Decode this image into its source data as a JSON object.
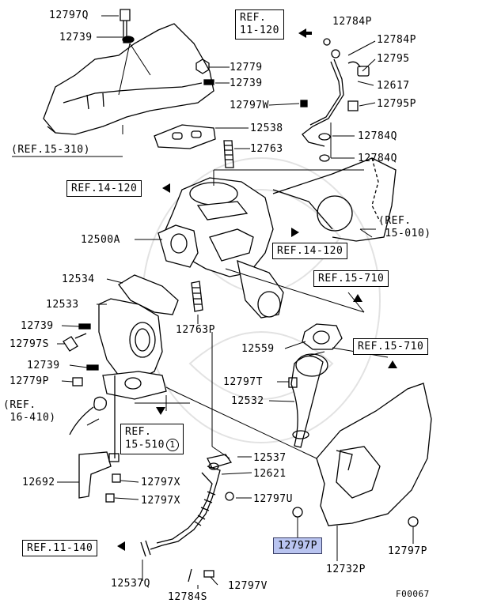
{
  "diagram_id": "F00067",
  "parts": {
    "p12797Q": "12797Q",
    "p12739_top": "12739",
    "p12779": "12779",
    "p12739_mid": "12739",
    "p12797W": "12797W",
    "p12538": "12538",
    "p12763": "12763",
    "p12784P_a": "12784P",
    "p12784P_b": "12784P",
    "p12795": "12795",
    "p12617": "12617",
    "p12795P": "12795P",
    "p12784Q_a": "12784Q",
    "p12784Q_b": "12784Q",
    "p12500A": "12500A",
    "p12534": "12534",
    "p12533": "12533",
    "p12739_left": "12739",
    "p12797S": "12797S",
    "p12739_left2": "12739",
    "p12779P": "12779P",
    "p12763P": "12763P",
    "p12559": "12559",
    "p12797T": "12797T",
    "p12532": "12532",
    "p12537": "12537",
    "p12621": "12621",
    "p12797U": "12797U",
    "p12692": "12692",
    "p12797X_a": "12797X",
    "p12797X_b": "12797X",
    "p12797P_sel": "12797P",
    "p12797P_r": "12797P",
    "p12732P": "12732P",
    "p12537Q": "12537Q",
    "p12784S": "12784S",
    "p12797V": "12797V"
  },
  "refs": {
    "r11_120": "REF.\n11-120",
    "r15_310": "(REF.15-310)",
    "r14_120_a": "REF.14-120",
    "r15_010": "(REF.\n 15-010)",
    "r14_120_b": "REF.14-120",
    "r15_710_a": "REF.15-710",
    "r15_710_b": "REF.15-710",
    "r16_410": "(REF.\n 16-410)",
    "r15_510_top": "REF.",
    "r15_510_num": "15-510",
    "r15_510_circle": "1",
    "r11_140": "REF.11-140"
  },
  "colors": {
    "line": "#000000",
    "highlight": "#b9c4f0",
    "watermark": "#d8d8d8"
  }
}
